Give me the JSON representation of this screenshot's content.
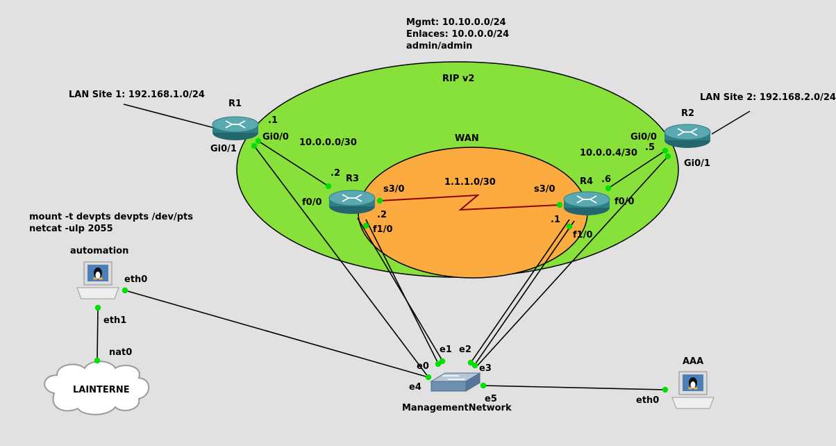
{
  "notes": {
    "mgmt_line1": "Mgmt: 10.10.0.0/24",
    "mgmt_line2": "Enlaces: 10.0.0.0/24",
    "mgmt_line3": "admin/admin",
    "auto_line1": "mount -t devpts devpts /dev/pts",
    "auto_line2": "netcat -ulp 2055"
  },
  "areas": {
    "rip": "RIP v2",
    "wan": "WAN"
  },
  "lans": {
    "site1": "LAN Site 1: 192.168.1.0/24",
    "site2": "LAN Site 2: 192.168.2.0/24"
  },
  "nodes": {
    "r1": "R1",
    "r2": "R2",
    "r3": "R3",
    "r4": "R4",
    "automation": "automation",
    "aaa": "AAA",
    "internet": "LAINTERNE",
    "switch": "ManagementNetwork"
  },
  "subnets": {
    "r1_r3": "10.0.0.0/30",
    "r2_r4": "10.0.0.4/30",
    "r3_r4": "1.1.1.0/30"
  },
  "interfaces": {
    "r1_dot1": ".1",
    "r1_gi00": "Gi0/0",
    "r1_gi01": "Gi0/1",
    "r1_f00": "f0/0",
    "r3_dot2a": ".2",
    "r3_s30": "s3/0",
    "r3_dot2b": ".2",
    "r3_f10": "f1/0",
    "r4_s30": "s3/0",
    "r4_dot6": ".6",
    "r4_f00": "f0/0",
    "r4_dot1": ".1",
    "r4_f10": "f1/0",
    "r2_gi00": "Gi0/0",
    "r2_dot5": ".5",
    "r2_gi01": "Gi0/1",
    "auto_eth0": "eth0",
    "auto_eth1": "eth1",
    "nat0": "nat0",
    "sw_e0": "e0",
    "sw_e1": "e1",
    "sw_e2": "e2",
    "sw_e3": "e3",
    "sw_e4": "e4",
    "sw_e5": "e5",
    "aaa_eth0": "eth0"
  },
  "colors": {
    "background": "#e1e1e1",
    "rip_area": "#88e03a",
    "wan_area": "#fbab3f",
    "serial_link": "#8b0000",
    "port_dot": "#00e000",
    "router": "#3e8f96"
  }
}
